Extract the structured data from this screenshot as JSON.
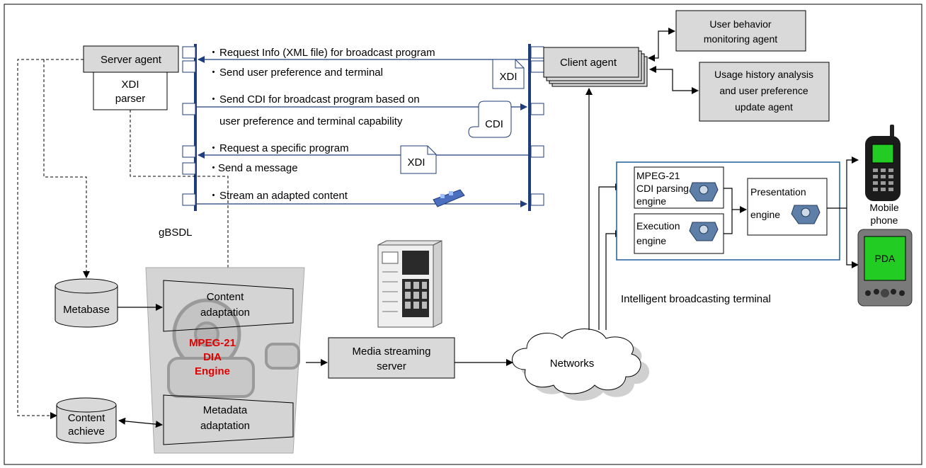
{
  "server_agent": {
    "label": "Server agent"
  },
  "xdi_parser": {
    "line1": "XDI",
    "line2": "parser"
  },
  "client_agent": {
    "label": "Client agent"
  },
  "user_behavior_agent": {
    "line1": "User behavior",
    "line2": "monitoring agent"
  },
  "usage_history_agent": {
    "line1": "Usage history analysis",
    "line2": "and user preference",
    "line3": "update agent"
  },
  "messages": {
    "m1": "Request Info (XML file) for broadcast program",
    "m2": "Send user preference and terminal",
    "m3a": "Send CDI for broadcast program based on",
    "m3b": "user preference and terminal capability",
    "m4": "Request a specific program",
    "m5": "Send a message",
    "m6": "Stream an adapted content"
  },
  "docs": {
    "xdi": "XDI",
    "cdi": "CDI"
  },
  "gbsdl": "gBSDL",
  "metabase": "Metabase",
  "content_achieve": {
    "line1": "Content",
    "line2": "achieve"
  },
  "content_adaptation": {
    "line1": "Content",
    "line2": "adaptation"
  },
  "metadata_adaptation": {
    "line1": "Metadata",
    "line2": "adaptation"
  },
  "dia_engine": {
    "line1": "MPEG-21",
    "line2": "DIA",
    "line3": "Engine"
  },
  "media_streaming_server": {
    "line1": "Media streaming",
    "line2": "server"
  },
  "networks": "Networks",
  "terminal": {
    "caption": "Intelligent broadcasting terminal",
    "cdi_engine": {
      "line1": "MPEG-21",
      "line2": "CDI parsing",
      "line3": "engine"
    },
    "execution_engine": {
      "line1": "Execution",
      "line2": "engine"
    },
    "presentation_engine": {
      "line1": "Presentation",
      "line2": "engine"
    }
  },
  "mobile_phone": {
    "line1": "Mobile",
    "line2": "phone"
  },
  "pda": "PDA",
  "colors": {
    "box_fill": "#d9d9d9",
    "line_blue": "#1f3d7a",
    "accent_red": "#e00000",
    "pda_screen": "#22cc22"
  }
}
